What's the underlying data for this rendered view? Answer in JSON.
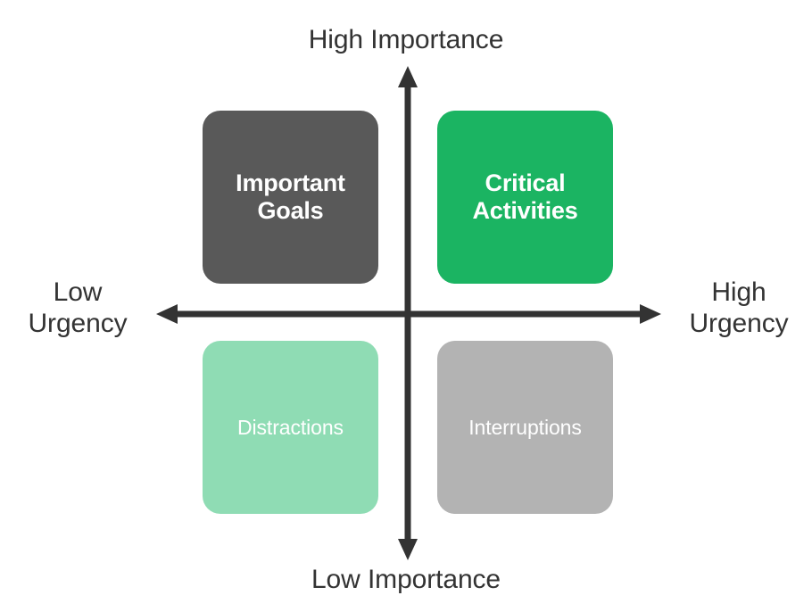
{
  "diagram": {
    "type": "eisenhower-matrix",
    "background_color": "#FFFFFF",
    "axis_color": "#333333"
  },
  "axes": {
    "vertical": {
      "top_label": "High Importance",
      "bottom_label": "Low Importance",
      "dimension": "Importance"
    },
    "horizontal": {
      "left_label": "Low\nUrgency",
      "right_label": "High\nUrgency",
      "dimension": "Urgency"
    }
  },
  "quadrants": [
    {
      "id": "important-goals",
      "label": "Important\nGoals",
      "urgency": "Low",
      "importance": "High",
      "position": "top-left",
      "fill_color": "#595959",
      "text_color": "#FFFFFF"
    },
    {
      "id": "critical-activities",
      "label": "Critical\nActivities",
      "urgency": "High",
      "importance": "High",
      "position": "top-right",
      "fill_color": "#1BB462",
      "text_color": "#FFFFFF"
    },
    {
      "id": "distractions",
      "label": "Distractions",
      "urgency": "Low",
      "importance": "Low",
      "position": "bottom-left",
      "fill_color": "#8FDCB4",
      "text_color": "#FFFFFF"
    },
    {
      "id": "interruptions",
      "label": "Interruptions",
      "urgency": "High",
      "importance": "Low",
      "position": "bottom-right",
      "fill_color": "#B3B3B3",
      "text_color": "#FFFFFF"
    }
  ]
}
